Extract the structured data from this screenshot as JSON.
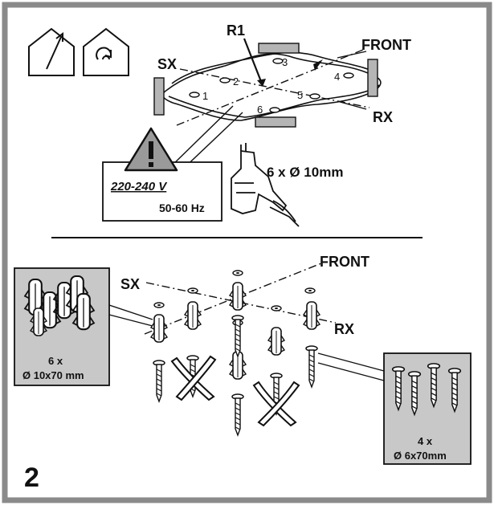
{
  "icons": {
    "ventilation": "house-vent-icon",
    "recirculation": "house-recirc-icon",
    "warning": "warning-triangle-icon",
    "drill": "drill-icon"
  },
  "top": {
    "r1": "R1",
    "sx": "SX",
    "front": "FRONT",
    "rx": "RX",
    "holes": [
      "1",
      "2",
      "3",
      "4",
      "5",
      "6"
    ],
    "voltage": "220-240 V",
    "frequency": "50-60 Hz",
    "drill_spec": "6 x Ø 10mm"
  },
  "bottom": {
    "sx": "SX",
    "front": "FRONT",
    "rx": "RX",
    "plugs_count": "6 x",
    "plugs_size": "Ø 10x70 mm",
    "screws_count": "4 x",
    "screws_size": "Ø 6x70mm"
  },
  "step": "2",
  "colors": {
    "frame": "#8a8a8a",
    "panel": "#c8c8c8",
    "ink": "#111111"
  }
}
